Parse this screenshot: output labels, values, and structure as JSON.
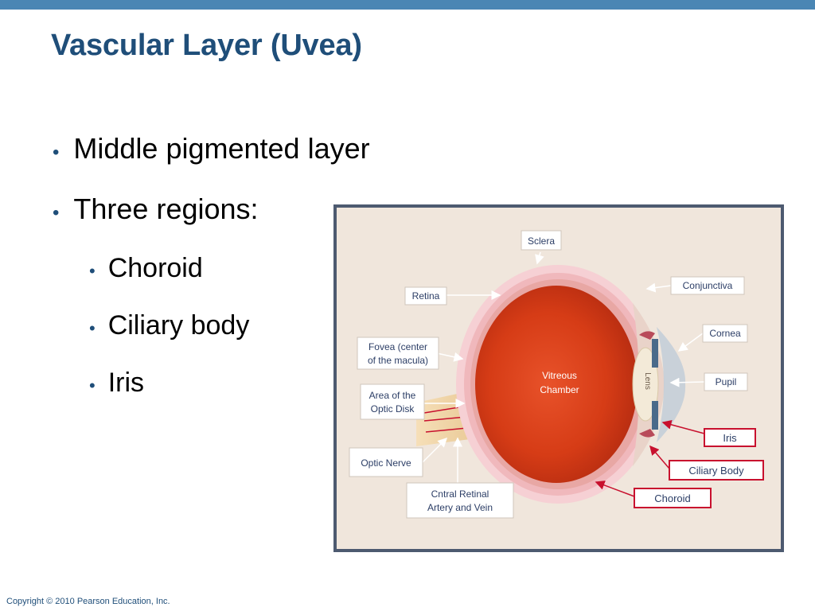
{
  "slide": {
    "title": "Vascular Layer (Uvea)",
    "bullets": [
      {
        "text": "Middle pigmented layer"
      },
      {
        "text": "Three regions:"
      },
      {
        "text": "Choroid"
      },
      {
        "text": "Ciliary body"
      },
      {
        "text": "Iris"
      }
    ],
    "copyright": "Copyright © 2010 Pearson Education, Inc."
  },
  "figure": {
    "labels": {
      "sclera": "Sclera",
      "conjunctiva": "Conjunctiva",
      "retina": "Retina",
      "cornea": "Cornea",
      "fovea_1": "Fovea (center",
      "fovea_2": "of the macula)",
      "pupil": "Pupil",
      "optic_disk_1": "Area of the",
      "optic_disk_2": "Optic Disk",
      "vitreous_1": "Vitreous",
      "vitreous_2": "Chamber",
      "lens": "Lens",
      "iris": "Iris",
      "ciliary_body": "Ciliary Body",
      "optic_nerve": "Optic Nerve",
      "artery_1": "Cntral Retinal",
      "artery_2": "Artery and Vein",
      "choroid": "Choroid"
    },
    "colors": {
      "highlight_box": "#c8102e",
      "label_box": "#ffffff",
      "label_text": "#2c3e66",
      "vitreous": "#d9401a",
      "sclera_band": "#f2c4c8",
      "background": "#f0e6dc",
      "frame": "#4d5a70"
    }
  }
}
